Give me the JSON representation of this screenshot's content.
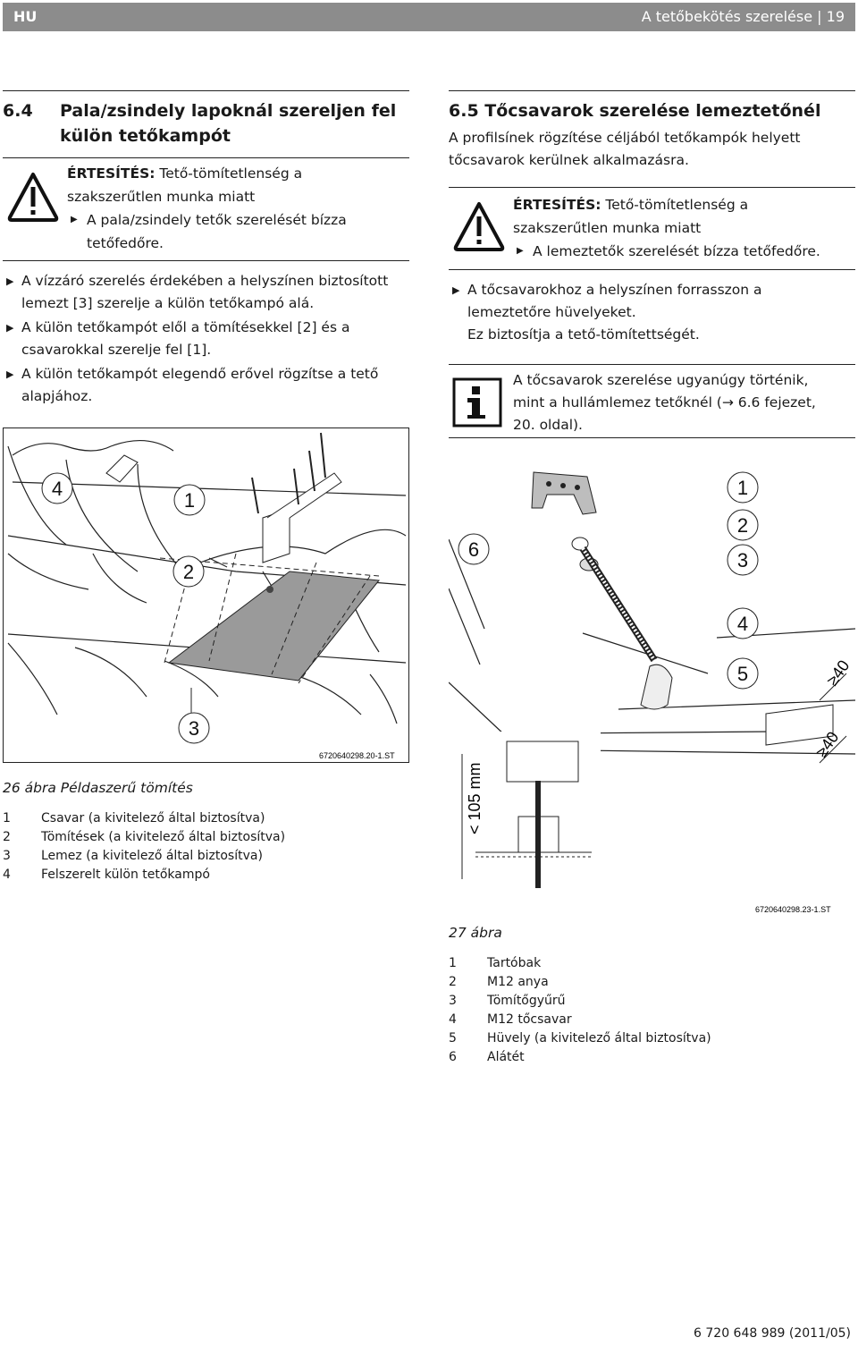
{
  "header": {
    "lang": "HU",
    "title": "A tetőbekötés szerelése | 19"
  },
  "left": {
    "heading_num": "6.4",
    "heading_line1": "Pala/zsindely lapoknál szereljen fel",
    "heading_line2": "külön tetőkampót",
    "notice": {
      "label": "ÉRTESÍTÉS:",
      "line1_rest": " Tető-tömítetlenség a",
      "line2": "szakszerűtlen munka miatt",
      "bullet_line1": "A pala/zsindely tetők szerelését bízza",
      "bullet_line2": "tetőfedőre."
    },
    "bullets": [
      {
        "l1": "A vízzáró szerelés érdekében a helyszínen biztosított",
        "l2": "lemezt [3] szerelje a külön tetőkampó alá."
      },
      {
        "l1": "A külön tetőkampót elől a tömítésekkel [2] és a",
        "l2": "csavarokkal szerelje fel [1]."
      },
      {
        "l1": "A külön tetőkampót elegendő erővel rögzítse a tető",
        "l2": "alapjához."
      }
    ],
    "figure": {
      "callouts": [
        "4",
        "1",
        "2",
        "3"
      ],
      "code": "6720640298.20-1.ST",
      "caption": "26 ábra  Példaszerű tömítés"
    },
    "legend": [
      {
        "n": "1",
        "t": "Csavar (a kivitelező által biztosítva)"
      },
      {
        "n": "2",
        "t": "Tömítések (a kivitelező által biztosítva)"
      },
      {
        "n": "3",
        "t": "Lemez (a kivitelező által biztosítva)"
      },
      {
        "n": "4",
        "t": "Felszerelt külön tetőkampó"
      }
    ]
  },
  "right": {
    "heading": "6.5  Tőcsavarok szerelése lemeztetőnél",
    "intro_l1": "A profilsínek rögzítése céljából tetőkampók helyett",
    "intro_l2": "tőcsavarok kerülnek alkalmazásra.",
    "notice": {
      "label": "ÉRTESÍTÉS:",
      "line1_rest": " Tető-tömítetlenség a",
      "line2": "szakszerűtlen munka miatt",
      "bullet": "A lemeztetők szerelését bízza tetőfedőre."
    },
    "bullet": {
      "l1": "A tőcsavarokhoz a helyszínen forrasszon a",
      "l2": "lemeztetőre hüvelyeket.",
      "l3": "Ez biztosítja a tető-tömítettségét."
    },
    "info": {
      "l1": "A tőcsavarok szerelése ugyanúgy történik,",
      "l2": "mint a hullámlemez tetőknél (→ 6.6 fejezet,",
      "l3": " 20. oldal)."
    },
    "figure": {
      "callouts": [
        "1",
        "2",
        "3",
        "6",
        "4",
        "5"
      ],
      "dim_a": "≥40",
      "dim_b": "≥40",
      "dim_c": "< 105 mm",
      "code": "6720640298.23-1.ST",
      "caption": "27 ábra"
    },
    "legend": [
      {
        "n": "1",
        "t": "Tartóbak"
      },
      {
        "n": "2",
        "t": "M12 anya"
      },
      {
        "n": "3",
        "t": "Tömítőgyűrű"
      },
      {
        "n": "4",
        "t": "M12 tőcsavar"
      },
      {
        "n": "5",
        "t": "Hüvely (a kivitelező által biztosítva)"
      },
      {
        "n": "6",
        "t": "Alátét"
      }
    ]
  },
  "footer": "6 720 648 989 (2011/05)"
}
